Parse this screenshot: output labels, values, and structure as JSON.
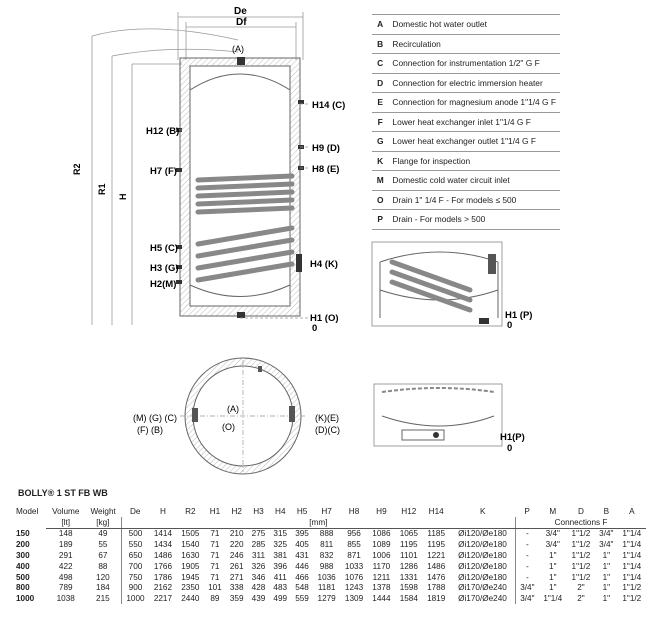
{
  "drawing_labels": {
    "De": "De",
    "Df": "Df",
    "A_top": "(A)",
    "H14": "H14 (C)",
    "H12": "H12 (B)",
    "H9": "H9 (D)",
    "H7": "H7 (F)",
    "H8": "H8 (E)",
    "H5": "H5 (C)",
    "H3": "H3 (G)",
    "H4": "H4 (K)",
    "H2": "H2(M)",
    "H1": "H1 (O)",
    "zero": "0",
    "R2": "R2",
    "R1": "R1",
    "H": "H",
    "H1P_a": "H1 (P)",
    "zero_a": "0",
    "H1P_b": "H1(P)",
    "zero_b": "0",
    "plan_left1": "(M) (G) (C)",
    "plan_left2": "(F) (B)",
    "plan_A": "(A)",
    "plan_O": "(O)",
    "plan_right1": "(K)(E)",
    "plan_right2": "(D)(C)"
  },
  "legend": [
    {
      "key": "A",
      "text": "Domestic hot water outlet"
    },
    {
      "key": "B",
      "text": "Recirculation"
    },
    {
      "key": "C",
      "text": "Connection for instrumentation 1/2\" G F"
    },
    {
      "key": "D",
      "text": "Connection for electric immersion heater"
    },
    {
      "key": "E",
      "text": "Connection for magnesium anode 1\"1/4 G F"
    },
    {
      "key": "F",
      "text": "Lower heat exchanger inlet 1\"1/4 G F"
    },
    {
      "key": "G",
      "text": "Lower heat exchanger outlet 1\"1/4 G F"
    },
    {
      "key": "K",
      "text": "Flange for inspection"
    },
    {
      "key": "M",
      "text": "Domestic cold water circuit inlet"
    },
    {
      "key": "O",
      "text": "Drain 1\" 1/4 F  - For models ≤ 500"
    },
    {
      "key": "P",
      "text": "Drain - For models > 500"
    }
  ],
  "table": {
    "title": "BOLLY® 1 ST FB WB",
    "headers": [
      "Model",
      "Volume",
      "Weight",
      "De",
      "H",
      "R2",
      "H1",
      "H2",
      "H3",
      "H4",
      "H5",
      "H7",
      "H8",
      "H9",
      "H12",
      "H14",
      "K",
      "P",
      "M",
      "D",
      "B",
      "A"
    ],
    "units": {
      "volume": "[lt]",
      "weight": "[kg]",
      "mm": "[mm]",
      "connections": "Connections F"
    },
    "rows": [
      [
        "150",
        "148",
        "49",
        "500",
        "1414",
        "1505",
        "71",
        "210",
        "275",
        "315",
        "395",
        "888",
        "956",
        "1086",
        "1065",
        "1185",
        "Øi120/Øe180",
        "-",
        "3/4\"",
        "1\"1/2",
        "3/4\"",
        "1\"1/4"
      ],
      [
        "200",
        "189",
        "55",
        "550",
        "1434",
        "1540",
        "71",
        "220",
        "285",
        "325",
        "405",
        "811",
        "855",
        "1089",
        "1195",
        "1195",
        "Øi120/Øe180",
        "-",
        "3/4\"",
        "1\"1/2",
        "3/4\"",
        "1\"1/4"
      ],
      [
        "300",
        "291",
        "67",
        "650",
        "1486",
        "1630",
        "71",
        "246",
        "311",
        "381",
        "431",
        "832",
        "871",
        "1006",
        "1101",
        "1221",
        "Øi120/Øe180",
        "-",
        "1\"",
        "1\"1/2",
        "1\"",
        "1\"1/4"
      ],
      [
        "400",
        "422",
        "88",
        "700",
        "1766",
        "1905",
        "71",
        "261",
        "326",
        "396",
        "446",
        "988",
        "1033",
        "1170",
        "1286",
        "1486",
        "Øi120/Øe180",
        "-",
        "1\"",
        "1\"1/2",
        "1\"",
        "1\"1/4"
      ],
      [
        "500",
        "498",
        "120",
        "750",
        "1786",
        "1945",
        "71",
        "271",
        "346",
        "411",
        "466",
        "1036",
        "1076",
        "1211",
        "1331",
        "1476",
        "Øi120/Øe180",
        "-",
        "1\"",
        "1\"1/2",
        "1\"",
        "1\"1/4"
      ],
      [
        "800",
        "789",
        "184",
        "900",
        "2162",
        "2350",
        "101",
        "338",
        "428",
        "483",
        "548",
        "1181",
        "1243",
        "1378",
        "1598",
        "1788",
        "Øi170/Øe240",
        "3/4\"",
        "1\"",
        "2\"",
        "1\"",
        "1\"1/2"
      ],
      [
        "1000",
        "1038",
        "215",
        "1000",
        "2217",
        "2440",
        "89",
        "359",
        "439",
        "499",
        "559",
        "1279",
        "1309",
        "1444",
        "1584",
        "1819",
        "Øi170/Øe240",
        "3/4\"",
        "1\"1/4",
        "2\"",
        "1\"",
        "1\"1/2"
      ]
    ]
  }
}
